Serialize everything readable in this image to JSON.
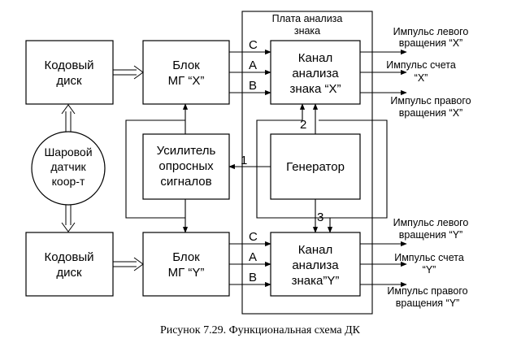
{
  "blocks": {
    "disk_top": [
      "Кодовый",
      "диск"
    ],
    "disk_bottom": [
      "Кодовый",
      "диск"
    ],
    "sensor": [
      "Шаровой",
      "датчик",
      "коор-т"
    ],
    "mg_x": [
      "Блок",
      "МГ “X”"
    ],
    "mg_y": [
      "Блок",
      "МГ “Y”"
    ],
    "amplifier": [
      "Усилитель",
      "опросных",
      "сигналов"
    ],
    "generator": "Генератор",
    "channel_x": [
      "Канал",
      "анализа",
      "знака “X”"
    ],
    "channel_y": [
      "Канал",
      "анализа",
      "знака”Y”"
    ]
  },
  "board_label": [
    "Плата анализа",
    "знака"
  ],
  "signals": {
    "c": "C",
    "a": "A",
    "b": "B"
  },
  "line_numbers": {
    "n1": "1",
    "n2": "2",
    "n3": "3"
  },
  "outputs_x": {
    "left": [
      "Импульс левого",
      "вращения “X”"
    ],
    "count": [
      "Импульс счета",
      "“X”"
    ],
    "right": [
      "Импульс правого",
      "вращения “X”"
    ]
  },
  "outputs_y": {
    "left": [
      "Импульс левого",
      "вращения “Y”"
    ],
    "count": [
      "Импульс счета",
      "“Y”"
    ],
    "right": [
      "Импульс правого",
      "вращения “Y”"
    ]
  },
  "caption": "Рисунок 7.29. Функциональная схема ДК"
}
